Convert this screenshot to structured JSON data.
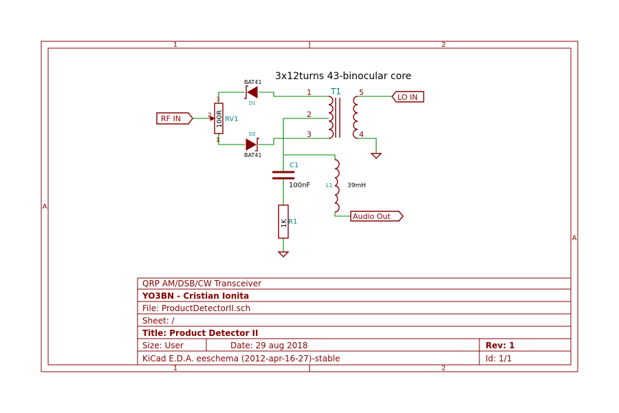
{
  "frame": {
    "col_labels": [
      "1",
      "2"
    ],
    "row_labels": [
      "A"
    ]
  },
  "title_block": {
    "project": "QRP AM/DSB/CW Transceiver",
    "author": "YO3BN - Cristian Ionita",
    "file": "File: ProductDetectorII.sch",
    "sheet": "Sheet: /",
    "title": "Title: Product Detector II",
    "size": "Size: User",
    "date": "Date: 29 aug 2018",
    "rev": "Rev: 1",
    "tool": "KiCad E.D.A.  eeschema (2012-apr-16-27)-stable",
    "id": "Id: 1/1"
  },
  "schematic": {
    "note": "3x12turns 43-binocular core",
    "labels": {
      "rf_in": "RF IN",
      "lo_in": "LO IN",
      "audio_out": "Audio Out"
    },
    "transformer": {
      "ref": "T1",
      "pins": [
        "1",
        "2",
        "3",
        "4",
        "5"
      ]
    },
    "pot": {
      "ref": "RV1",
      "value": "100R",
      "pins": [
        "3",
        "2",
        "1"
      ]
    },
    "diode_top": {
      "ref": "D1",
      "value": "BAT41"
    },
    "diode_bottom": {
      "ref": "D2",
      "value": "BAT41"
    },
    "capacitor": {
      "ref": "C1",
      "value": "100nF"
    },
    "inductor": {
      "ref": "L1",
      "value": "39mH"
    },
    "resistor": {
      "ref": "R1",
      "value": "1K"
    }
  }
}
